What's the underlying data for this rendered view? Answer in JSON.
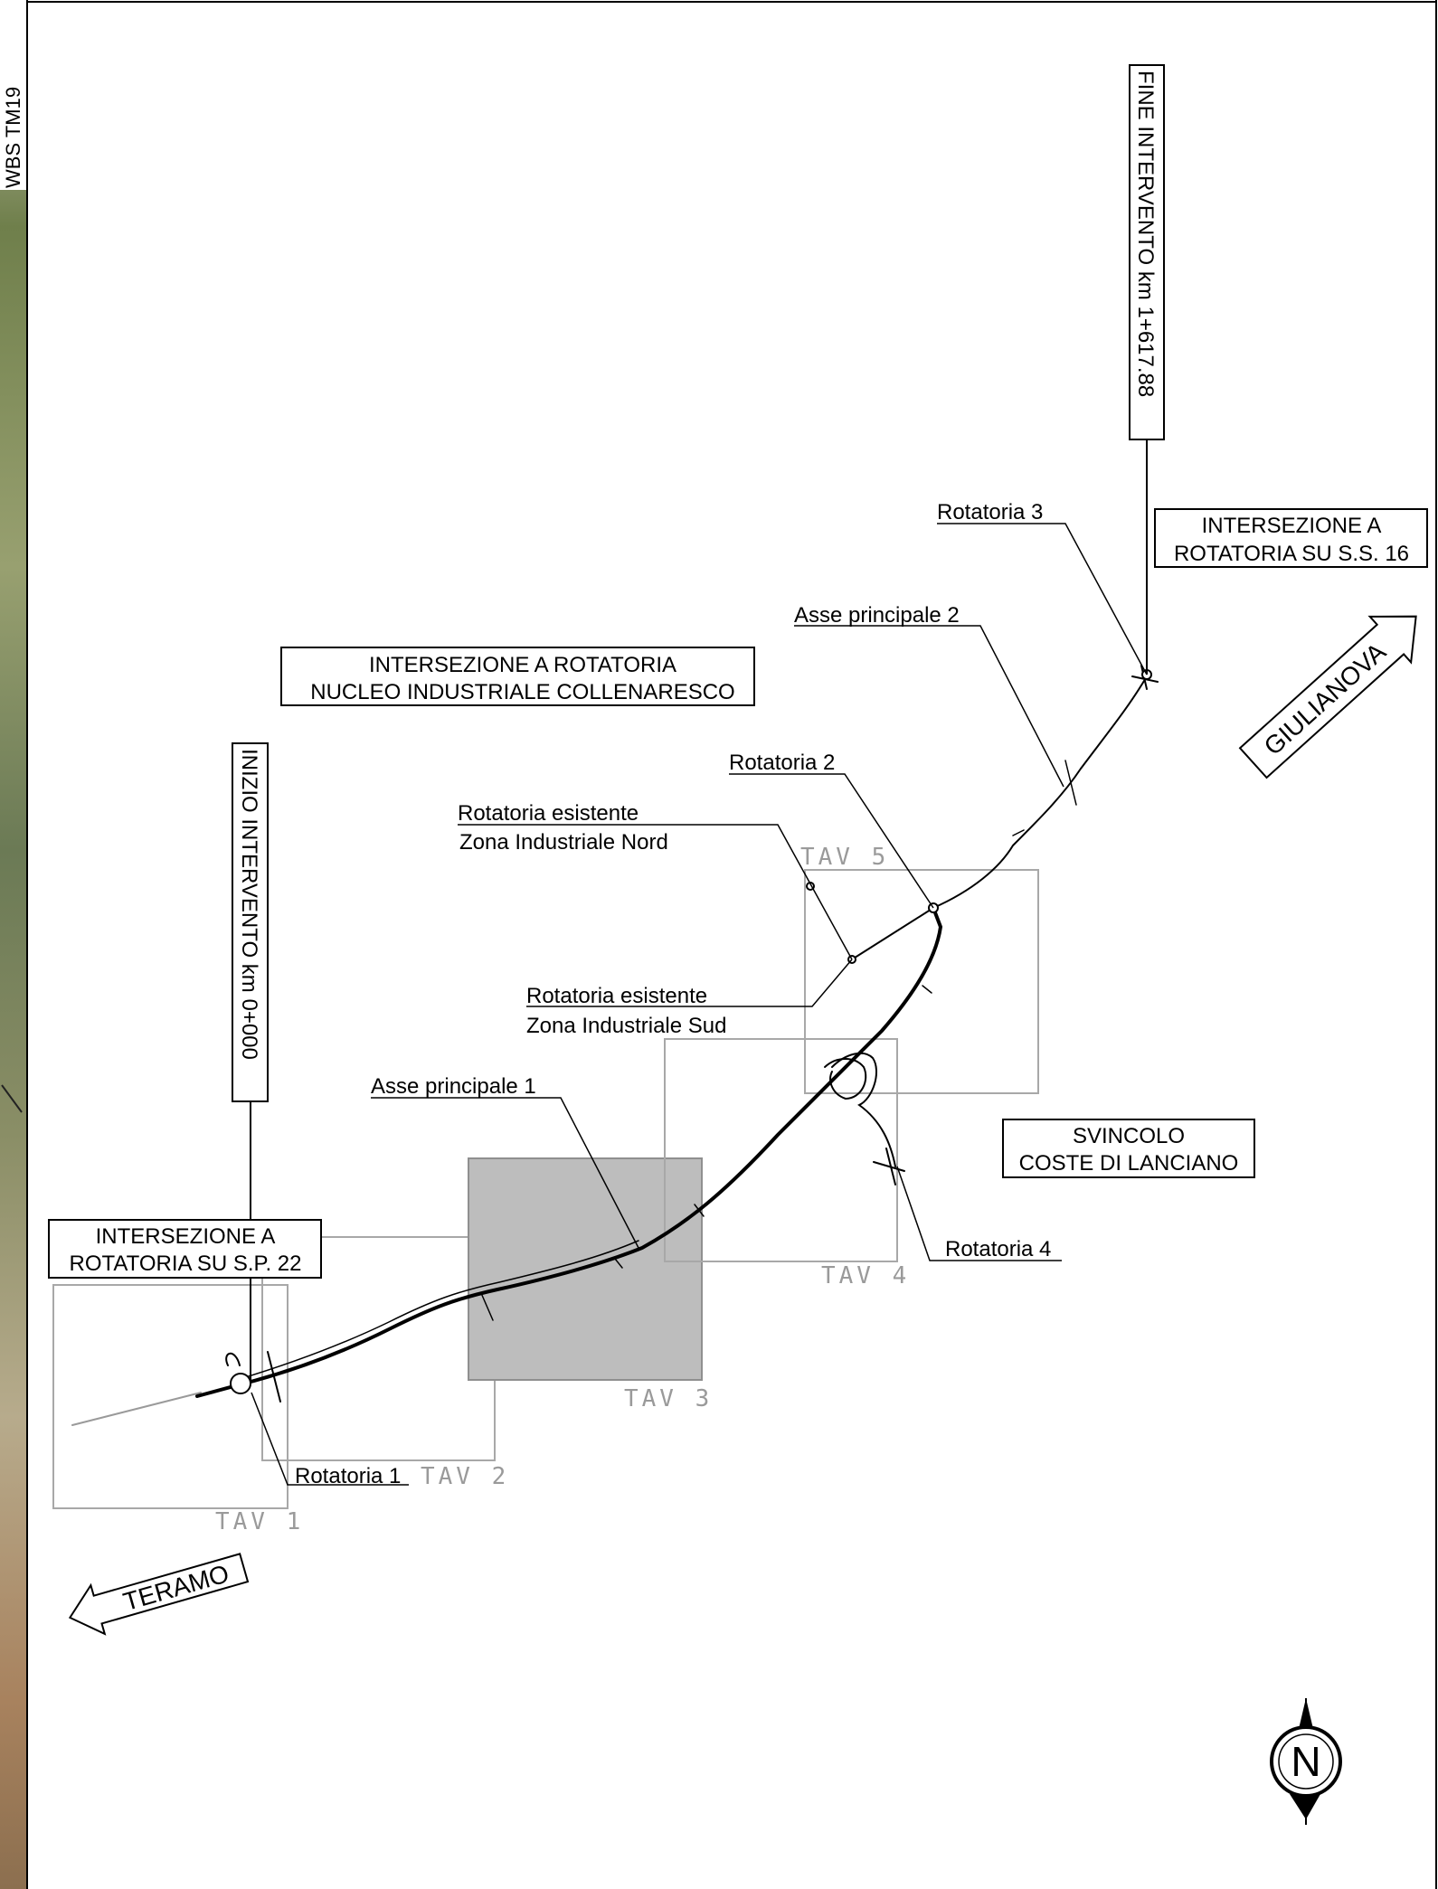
{
  "side_label": "WBS TM19",
  "markers": {
    "inizio": "INIZIO INTERVENTO km 0+000",
    "fine": "FINE INTERVENTO km 1+617.88"
  },
  "boxes": {
    "sp22": [
      "INTERSEZIONE A",
      "ROTATORIA SU S.P. 22"
    ],
    "collenaresco": [
      "INTERSEZIONE A ROTATORIA",
      "NUCLEO INDUSTRIALE COLLENARESCO"
    ],
    "ss16": [
      "INTERSEZIONE A",
      "ROTATORIA SU S.S. 16"
    ],
    "svincolo": [
      "SVINCOLO",
      "COSTE DI LANCIANO"
    ]
  },
  "callouts": {
    "rotatoria_1": "Rotatoria 1",
    "rotatoria_2": "Rotatoria 2",
    "rotatoria_3": "Rotatoria 3",
    "rotatoria_4": "Rotatoria 4",
    "asse_1": "Asse principale 1",
    "asse_2": "Asse principale 2",
    "esistente_nord": [
      "Rotatoria esistente",
      "Zona Industriale Nord"
    ],
    "esistente_sud": [
      "Rotatoria esistente",
      "Zona Industriale Sud"
    ]
  },
  "sheets": [
    "TAV 1",
    "TAV 2",
    "TAV 3",
    "TAV 4",
    "TAV 5"
  ],
  "highlighted_sheet": "TAV 3",
  "directions": {
    "west": "TERAMO",
    "east": "GIULIANOVA"
  },
  "north_arrow": "N",
  "colors": {
    "line": "#000000",
    "sheet_outline": "#a8a8a8",
    "highlight_fill": "#bdbdbd",
    "aerial_strip": "#7d8a5a"
  }
}
